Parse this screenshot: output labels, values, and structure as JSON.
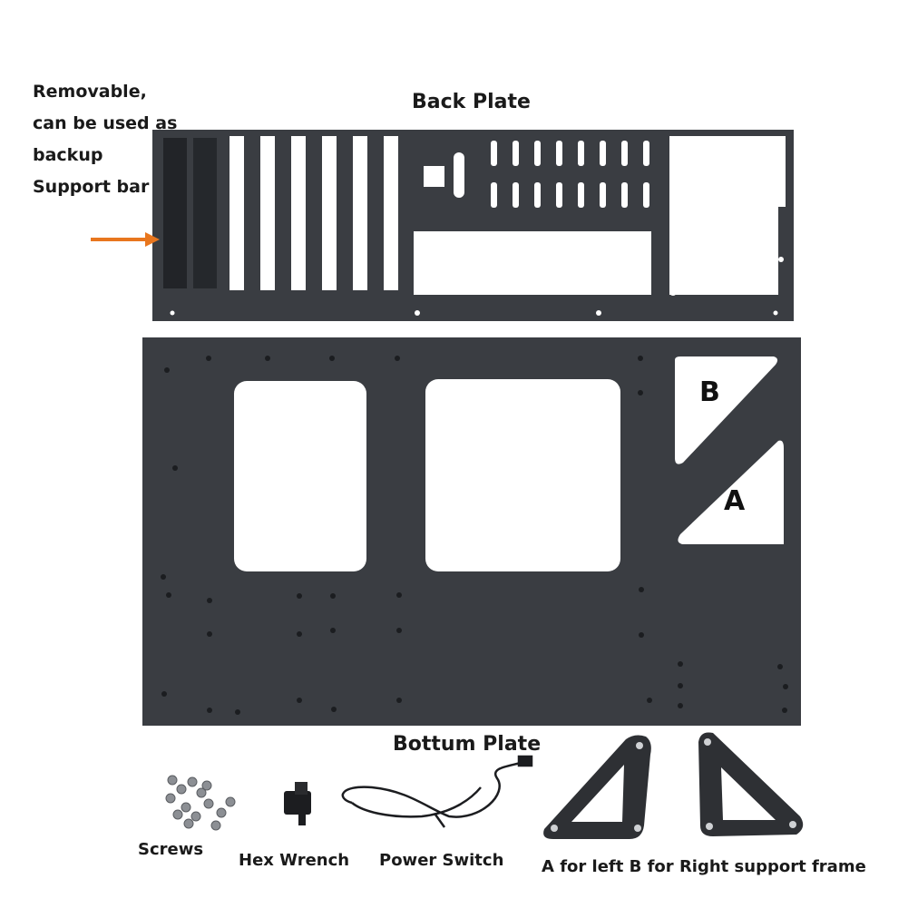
{
  "annotations": {
    "removable_note": [
      "Removable,",
      "can be used as",
      "backup",
      "Support bar"
    ],
    "back_plate_title": "Back Plate",
    "bottom_plate_title": "Bottum Plate",
    "plate_letter_b": "B",
    "plate_letter_a": "A"
  },
  "accessories": {
    "screws": "Screws",
    "hex_wrench": "Hex Wrench",
    "power_switch": "Power Switch",
    "support_frame": "A for left B for Right support frame"
  },
  "colors": {
    "plate": "#3a3d42",
    "plate_edge": "#2b2e33",
    "arrow": "#e8761e",
    "background": "#ffffff"
  }
}
